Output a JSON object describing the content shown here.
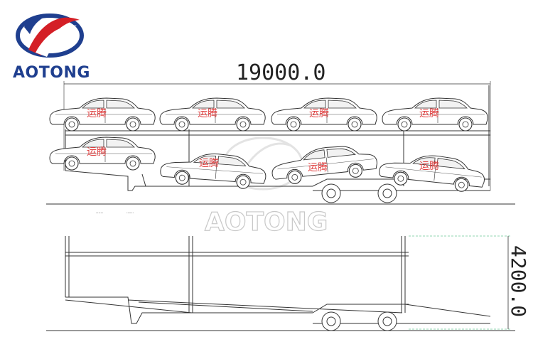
{
  "brand": {
    "name": "AOTONG",
    "logo_icon": "aotong-logo-icon",
    "colors": {
      "blue": "#1f3f8f",
      "red": "#d41f26"
    }
  },
  "watermark": {
    "text": "AOTONG"
  },
  "dimensions": {
    "length": "19000.0",
    "height": "4200.0"
  },
  "cars": {
    "label": "运腾",
    "upper_deck": [
      "car-1",
      "car-2",
      "car-3",
      "car-4"
    ],
    "lower_deck": [
      "car-5",
      "car-6",
      "car-7",
      "car-8"
    ]
  },
  "notes": {
    "left": "......",
    "right": "......"
  },
  "line_color": "#333333"
}
